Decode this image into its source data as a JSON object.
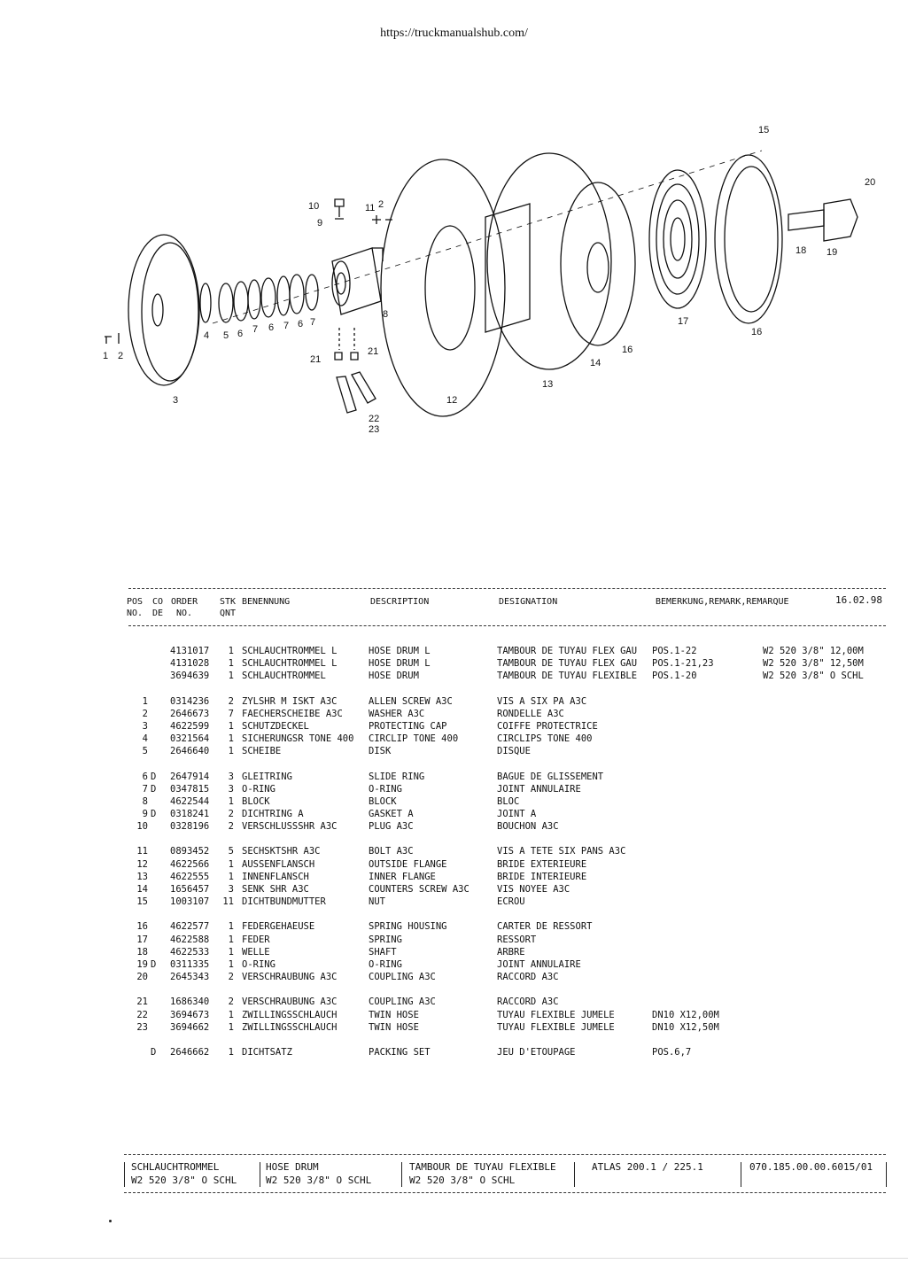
{
  "url": "https://truckmanualshub.com/",
  "diagram": {
    "callouts": [
      "1",
      "2",
      "3",
      "4",
      "5",
      "6",
      "7",
      "6",
      "7",
      "6",
      "7",
      "8",
      "9",
      "10",
      "11",
      "2",
      "12",
      "13",
      "14",
      "15",
      "16",
      "16",
      "17",
      "18",
      "19",
      "20",
      "21",
      "21",
      "22",
      "23"
    ]
  },
  "header": {
    "pos": "POS\nNO.",
    "code": "CO\nDE",
    "order": "ORDER\n NO.",
    "qty": "STK\nQNT",
    "benennung": "BENENNUNG",
    "description": "DESCRIPTION",
    "designation": "DESIGNATION",
    "remark": "BEMERKUNG,REMARK,REMARQUE",
    "date": "16.02.98"
  },
  "parts": [
    {
      "pos": "",
      "code": "",
      "order": "4131017",
      "qty": "1",
      "ben": "SCHLAUCHTROMMEL L",
      "desc": "HOSE DRUM L",
      "fr": "TAMBOUR DE TUYAU FLEX GAU",
      "rem": "POS.1-22",
      "rem2": "W2 520 3/8\" 12,00M",
      "gap": false
    },
    {
      "pos": "",
      "code": "",
      "order": "4131028",
      "qty": "1",
      "ben": "SCHLAUCHTROMMEL L",
      "desc": "HOSE DRUM L",
      "fr": "TAMBOUR DE TUYAU FLEX GAU",
      "rem": "POS.1-21,23",
      "rem2": "W2 520 3/8\" 12,50M",
      "gap": false
    },
    {
      "pos": "",
      "code": "",
      "order": "3694639",
      "qty": "1",
      "ben": "SCHLAUCHTROMMEL",
      "desc": "HOSE DRUM",
      "fr": "TAMBOUR DE TUYAU FLEXIBLE",
      "rem": "POS.1-20",
      "rem2": "W2 520 3/8\" O SCHL",
      "gap": false
    },
    {
      "pos": "1",
      "code": "",
      "order": "0314236",
      "qty": "2",
      "ben": "ZYLSHR M ISKT A3C",
      "desc": "ALLEN SCREW A3C",
      "fr": "VIS A SIX PA A3C",
      "rem": "",
      "rem2": "",
      "gap": true
    },
    {
      "pos": "2",
      "code": "",
      "order": "2646673",
      "qty": "7",
      "ben": "FAECHERSCHEIBE A3C",
      "desc": "WASHER A3C",
      "fr": "RONDELLE A3C",
      "rem": "",
      "rem2": "",
      "gap": false
    },
    {
      "pos": "3",
      "code": "",
      "order": "4622599",
      "qty": "1",
      "ben": "SCHUTZDECKEL",
      "desc": "PROTECTING CAP",
      "fr": "COIFFE PROTECTRICE",
      "rem": "",
      "rem2": "",
      "gap": false
    },
    {
      "pos": "4",
      "code": "",
      "order": "0321564",
      "qty": "1",
      "ben": "SICHERUNGSR TONE 400",
      "desc": "CIRCLIP TONE 400",
      "fr": "CIRCLIPS TONE 400",
      "rem": "",
      "rem2": "",
      "gap": false
    },
    {
      "pos": "5",
      "code": "",
      "order": "2646640",
      "qty": "1",
      "ben": "SCHEIBE",
      "desc": "DISK",
      "fr": "DISQUE",
      "rem": "",
      "rem2": "",
      "gap": false
    },
    {
      "pos": "6",
      "code": "D",
      "order": "2647914",
      "qty": "3",
      "ben": "GLEITRING",
      "desc": "SLIDE RING",
      "fr": "BAGUE DE GLISSEMENT",
      "rem": "",
      "rem2": "",
      "gap": true
    },
    {
      "pos": "7",
      "code": "D",
      "order": "0347815",
      "qty": "3",
      "ben": "O-RING",
      "desc": "O-RING",
      "fr": "JOINT ANNULAIRE",
      "rem": "",
      "rem2": "",
      "gap": false
    },
    {
      "pos": "8",
      "code": "",
      "order": "4622544",
      "qty": "1",
      "ben": "BLOCK",
      "desc": "BLOCK",
      "fr": "BLOC",
      "rem": "",
      "rem2": "",
      "gap": false
    },
    {
      "pos": "9",
      "code": "D",
      "order": "0318241",
      "qty": "2",
      "ben": "DICHTRING A",
      "desc": "GASKET A",
      "fr": "JOINT A",
      "rem": "",
      "rem2": "",
      "gap": false
    },
    {
      "pos": "10",
      "code": "",
      "order": "0328196",
      "qty": "2",
      "ben": "VERSCHLUSSSHR A3C",
      "desc": "PLUG A3C",
      "fr": "BOUCHON A3C",
      "rem": "",
      "rem2": "",
      "gap": false
    },
    {
      "pos": "11",
      "code": "",
      "order": "0893452",
      "qty": "5",
      "ben": "SECHSKTSHR A3C",
      "desc": "BOLT A3C",
      "fr": "VIS A TETE SIX PANS A3C",
      "rem": "",
      "rem2": "",
      "gap": true
    },
    {
      "pos": "12",
      "code": "",
      "order": "4622566",
      "qty": "1",
      "ben": "AUSSENFLANSCH",
      "desc": "OUTSIDE FLANGE",
      "fr": "BRIDE EXTERIEURE",
      "rem": "",
      "rem2": "",
      "gap": false
    },
    {
      "pos": "13",
      "code": "",
      "order": "4622555",
      "qty": "1",
      "ben": "INNENFLANSCH",
      "desc": "INNER FLANGE",
      "fr": "BRIDE INTERIEURE",
      "rem": "",
      "rem2": "",
      "gap": false
    },
    {
      "pos": "14",
      "code": "",
      "order": "1656457",
      "qty": "3",
      "ben": "SENK SHR A3C",
      "desc": "COUNTERS SCREW A3C",
      "fr": "VIS NOYEE A3C",
      "rem": "",
      "rem2": "",
      "gap": false
    },
    {
      "pos": "15",
      "code": "",
      "order": "1003107",
      "qty": "11",
      "ben": "DICHTBUNDMUTTER",
      "desc": "NUT",
      "fr": "ECROU",
      "rem": "",
      "rem2": "",
      "gap": false
    },
    {
      "pos": "16",
      "code": "",
      "order": "4622577",
      "qty": "1",
      "ben": "FEDERGEHAEUSE",
      "desc": "SPRING HOUSING",
      "fr": "CARTER DE RESSORT",
      "rem": "",
      "rem2": "",
      "gap": true
    },
    {
      "pos": "17",
      "code": "",
      "order": "4622588",
      "qty": "1",
      "ben": "FEDER",
      "desc": "SPRING",
      "fr": "RESSORT",
      "rem": "",
      "rem2": "",
      "gap": false
    },
    {
      "pos": "18",
      "code": "",
      "order": "4622533",
      "qty": "1",
      "ben": "WELLE",
      "desc": "SHAFT",
      "fr": "ARBRE",
      "rem": "",
      "rem2": "",
      "gap": false
    },
    {
      "pos": "19",
      "code": "D",
      "order": "0311335",
      "qty": "1",
      "ben": "O-RING",
      "desc": "O-RING",
      "fr": "JOINT ANNULAIRE",
      "rem": "",
      "rem2": "",
      "gap": false
    },
    {
      "pos": "20",
      "code": "",
      "order": "2645343",
      "qty": "2",
      "ben": "VERSCHRAUBUNG A3C",
      "desc": "COUPLING A3C",
      "fr": "RACCORD A3C",
      "rem": "",
      "rem2": "",
      "gap": false
    },
    {
      "pos": "21",
      "code": "",
      "order": "1686340",
      "qty": "2",
      "ben": "VERSCHRAUBUNG A3C",
      "desc": "COUPLING A3C",
      "fr": "RACCORD A3C",
      "rem": "",
      "rem2": "",
      "gap": true
    },
    {
      "pos": "22",
      "code": "",
      "order": "3694673",
      "qty": "1",
      "ben": "ZWILLINGSSCHLAUCH",
      "desc": "TWIN HOSE",
      "fr": "TUYAU FLEXIBLE JUMELE",
      "rem": "DN10 X12,00M",
      "rem2": "",
      "gap": false
    },
    {
      "pos": "23",
      "code": "",
      "order": "3694662",
      "qty": "1",
      "ben": "ZWILLINGSSCHLAUCH",
      "desc": "TWIN HOSE",
      "fr": "TUYAU FLEXIBLE JUMELE",
      "rem": "DN10 X12,50M",
      "rem2": "",
      "gap": false
    },
    {
      "pos": "",
      "code": "D",
      "order": "2646662",
      "qty": "1",
      "ben": "DICHTSATZ",
      "desc": "PACKING SET",
      "fr": "JEU D'ETOUPAGE",
      "rem": "POS.6,7",
      "rem2": "",
      "gap": true
    }
  ],
  "footer": {
    "de": "SCHLAUCHTROMMEL\nW2 520 3/8\" O SCHL",
    "en": "HOSE DRUM\nW2 520 3/8\" O SCHL",
    "fr": "TAMBOUR DE TUYAU FLEXIBLE\nW2 520 3/8\" O SCHL",
    "atlas": "ATLAS 200.1 / 225.1",
    "number": "070.185.00.00.6015/01"
  }
}
